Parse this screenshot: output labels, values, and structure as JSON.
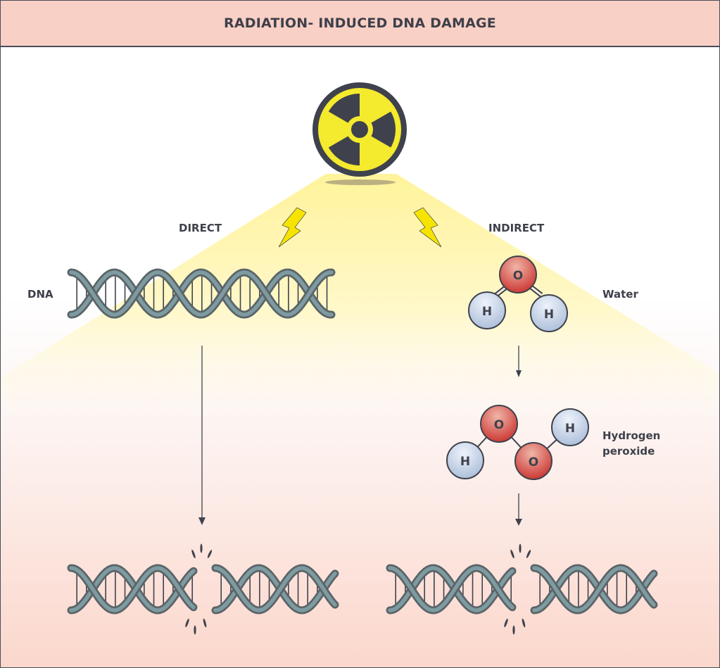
{
  "header": {
    "title": "RADIATION- INDUCED DNA DAMAGE"
  },
  "labels": {
    "direct": "DIRECT",
    "indirect": "INDIRECT",
    "dna": "DNA",
    "water": "Water",
    "hydrogen_peroxide_line1": "Hydrogen",
    "hydrogen_peroxide_line2": "peroxide"
  },
  "atoms": {
    "oxygen": "O",
    "hydrogen": "H"
  },
  "colors": {
    "header_bg": "#f9d0c5",
    "radiation_yellow": "#f4ea2e",
    "dark": "#3f424d",
    "dna_strand": "#6f8c90",
    "oxygen_red": "#d0453f",
    "hydrogen_blue": "#c7d5ea",
    "beam": "#fff7b0"
  },
  "icons": {
    "radiation": "radiation-trefoil-icon",
    "lightning": "lightning-bolt-icon"
  }
}
